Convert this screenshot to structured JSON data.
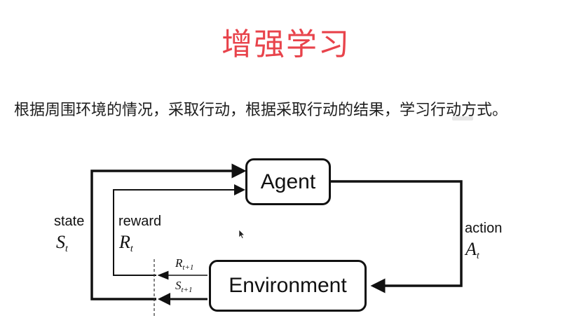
{
  "slide": {
    "title": "增强学习",
    "description": "根据周围环境的情况，采取行动，根据采取行动的结果，学习行动方式。"
  },
  "diagram": {
    "agent_label": "Agent",
    "environment_label": "Environment",
    "state_label": "state",
    "state_symbol": "S",
    "state_subscript": "t",
    "reward_label": "reward",
    "reward_symbol": "R",
    "reward_subscript": "t",
    "action_label": "action",
    "action_symbol": "A",
    "action_subscript": "t",
    "next_reward_symbol": "R",
    "next_reward_subscript": "t+1",
    "next_state_symbol": "S",
    "next_state_subscript": "t+1"
  }
}
